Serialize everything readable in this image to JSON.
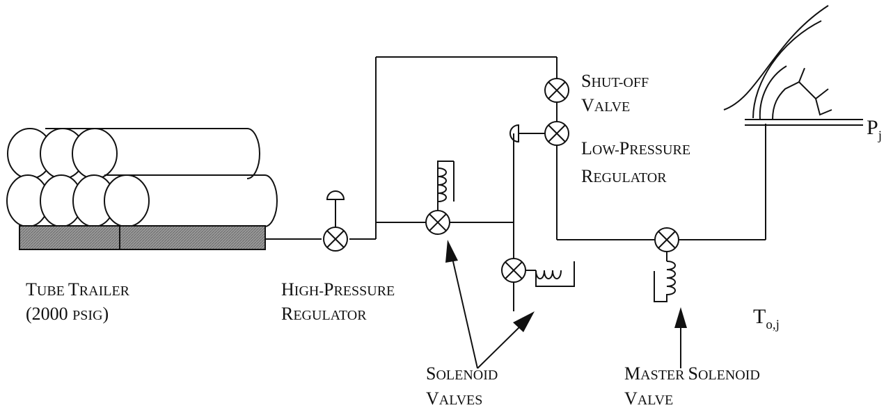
{
  "labels": {
    "tube_trailer": {
      "line1_first": "T",
      "line1_rest": "UBE ",
      "line1_second": "T",
      "line1_rest2": "RAILER",
      "line2": "(2000 ",
      "line2_small": "PSIG",
      "line2_end": ")"
    },
    "high_pressure_regulator": {
      "l1a": "H",
      "l1b": "IGH-",
      "l1c": "P",
      "l1d": "RESSURE",
      "l2a": "R",
      "l2b": "EGULATOR"
    },
    "shutoff_valve": {
      "l1a": "S",
      "l1b": "HUT-OFF",
      "l2a": "V",
      "l2b": "ALVE"
    },
    "low_pressure_regulator": {
      "l1a": "L",
      "l1b": "OW-",
      "l1c": "P",
      "l1d": "RESSURE",
      "l2a": "R",
      "l2b": "EGULATOR"
    },
    "solenoid_valves": {
      "l1a": "S",
      "l1b": "OLENOID",
      "l2a": "V",
      "l2b": "ALVES"
    },
    "master_solenoid_valve": {
      "l1a": "M",
      "l1b": "ASTER ",
      "l1c": "S",
      "l1d": "OLENOID",
      "l2a": "V",
      "l2b": "ALVE"
    },
    "pressure_symbol": {
      "main": "P",
      "sub": "j"
    },
    "temperature_symbol": {
      "main": "T",
      "sub": "o,j"
    }
  }
}
